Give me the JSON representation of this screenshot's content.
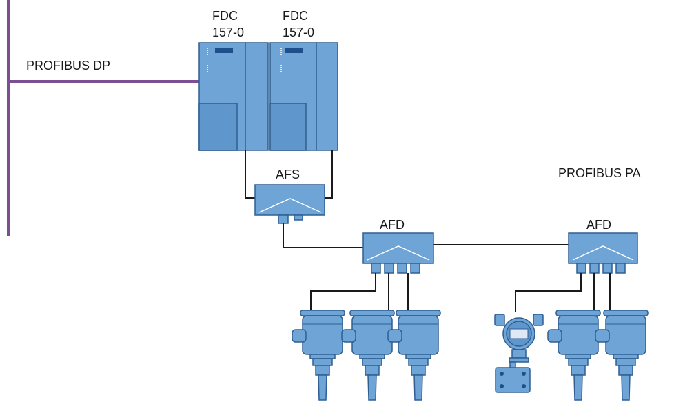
{
  "bus": {
    "dp_label": "PROFIBUS DP",
    "pa_label": "PROFIBUS PA",
    "dp_color": "#7b4f93",
    "device_fill": "#6fa4d6",
    "device_stroke": "#2f5f92"
  },
  "couplers": [
    {
      "name": "FDC",
      "model": "157-0"
    },
    {
      "name": "FDC",
      "model": "157-0"
    }
  ],
  "link_module": {
    "label": "AFS"
  },
  "field_distributors": [
    {
      "label": "AFD",
      "ports": 4
    },
    {
      "label": "AFD",
      "ports": 4
    }
  ],
  "field_devices": [
    {
      "type": "level-probe-icon"
    },
    {
      "type": "level-probe-icon"
    },
    {
      "type": "level-probe-icon"
    },
    {
      "type": "pressure-transmitter-icon"
    },
    {
      "type": "level-probe-icon"
    },
    {
      "type": "level-probe-icon"
    }
  ]
}
